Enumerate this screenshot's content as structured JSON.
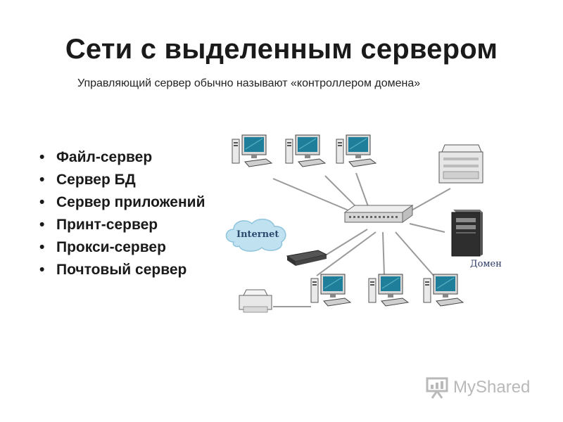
{
  "slide": {
    "title": "Сети с выделенным сервером",
    "subtitle": "Управляющий сервер обычно называют «контроллером домена»",
    "bullets": [
      "Файл-сервер",
      "Сервер БД",
      "Сервер приложений",
      "Принт-сервер",
      "Прокси-сервер",
      "Почтовый сервер"
    ]
  },
  "diagram": {
    "internet_label": "Internet",
    "domain_label": "Домен",
    "icons": [
      "workstation-icon",
      "switch-icon",
      "router-icon",
      "laser-printer-icon",
      "server-tower-icon",
      "cloud-icon",
      "small-printer-icon"
    ],
    "colors": {
      "screen": "#1f7f9a",
      "cable": "#9a9a9a",
      "cloud": "#bfe1f0"
    }
  },
  "watermark": {
    "text": "MyShared",
    "color": "#b9b9b9"
  }
}
